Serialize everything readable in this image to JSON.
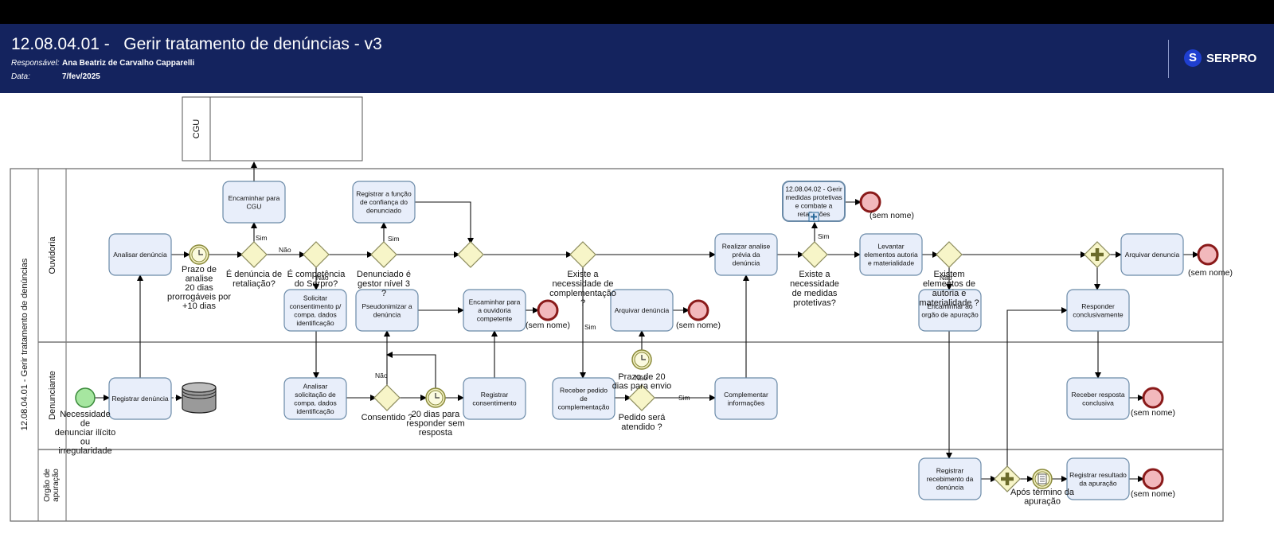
{
  "header": {
    "title": "12.08.04.01 -   Gerir tratamento de denúncias - v3",
    "responsavel_label": "Responsável:",
    "responsavel": "Ana Beatriz de Carvalho Capparelli",
    "data_label": "Data:",
    "data": "7/fev/2025",
    "logo_text": "SERPRO"
  },
  "colors": {
    "header_bg": "#14235e",
    "task_fill": "#e8eefa",
    "task_stroke": "#6a8aa8",
    "gateway_fill": "#f7f5c8",
    "start_fill": "#a6e6a0",
    "end_fill": "#f2b8bc",
    "end_stroke": "#8a1a1a"
  },
  "pool": {
    "name": "12.08.04.01 - Gerir tratamento de denúncias",
    "lanes": [
      "Ouvidoria",
      "Denunciante",
      "Orgão de apuração"
    ]
  },
  "external_pool": {
    "name": "CGU"
  },
  "tasks": [
    {
      "id": "t1",
      "lines": [
        "Analisar denúncia"
      ]
    },
    {
      "id": "t2",
      "lines": [
        "Encaminhar para",
        "CGU"
      ]
    },
    {
      "id": "t3",
      "lines": [
        "Registrar a função",
        "de confiança do",
        "denunciado"
      ]
    },
    {
      "id": "t4",
      "lines": [
        "Solicitar",
        "consentimento p/",
        "compa. dados",
        "identificação"
      ]
    },
    {
      "id": "t5",
      "lines": [
        "Pseudonimizar a",
        "denúncia"
      ]
    },
    {
      "id": "t6",
      "lines": [
        "Encaminhar para",
        "a ouvidoria",
        "competente"
      ]
    },
    {
      "id": "t7",
      "lines": [
        "Arquivar denúncia"
      ]
    },
    {
      "id": "t8",
      "lines": [
        "Realizar analise",
        "prévia da",
        "denúncia"
      ]
    },
    {
      "id": "t9",
      "lines": [
        "12.08.04.02 - Gerir",
        "medidas protetivas",
        "e combate a",
        "retaliações"
      ]
    },
    {
      "id": "t10",
      "lines": [
        "Levantar",
        "elementos autoria",
        "e materialidade"
      ]
    },
    {
      "id": "t11",
      "lines": [
        "Encaminhar ao",
        "orgão de apuração"
      ]
    },
    {
      "id": "t12",
      "lines": [
        "Arquivar denuncia"
      ]
    },
    {
      "id": "t13",
      "lines": [
        "Responder",
        "conclusivamente"
      ]
    },
    {
      "id": "t14",
      "lines": [
        "Registrar denúncia"
      ]
    },
    {
      "id": "t15",
      "lines": [
        "Analisar",
        "solicitação de",
        "compa. dados",
        "identificação"
      ]
    },
    {
      "id": "t16",
      "lines": [
        "Registrar",
        "consentimento"
      ]
    },
    {
      "id": "t17",
      "lines": [
        "Receber pedido",
        "de",
        "complementação"
      ]
    },
    {
      "id": "t18",
      "lines": [
        "Complementar",
        "informações"
      ]
    },
    {
      "id": "t19",
      "lines": [
        "Receber resposta",
        "conclusiva"
      ]
    },
    {
      "id": "t20",
      "lines": [
        "Registrar",
        "recebimento da",
        "denúncia"
      ]
    },
    {
      "id": "t21",
      "lines": [
        "Registrar resultado",
        "da apuração"
      ]
    }
  ],
  "gateways": [
    {
      "id": "g1",
      "lines": [
        "É denúncia de",
        "retaliação?"
      ]
    },
    {
      "id": "g2",
      "lines": [
        "É competência",
        "do Serpro?"
      ]
    },
    {
      "id": "g3",
      "lines": [
        "Denunciado é",
        "gestor nível 3",
        "?"
      ]
    },
    {
      "id": "g4",
      "lines": []
    },
    {
      "id": "g5",
      "lines": [
        "Existe a",
        "necessidade de",
        "complementação",
        "?"
      ]
    },
    {
      "id": "g6",
      "lines": [
        "Existe a",
        "necessidade",
        "de medidas",
        "protetivas?"
      ]
    },
    {
      "id": "g7",
      "lines": [
        "Existem",
        "elementos de",
        "autoria e",
        "materialidade ?"
      ]
    },
    {
      "id": "g8",
      "lines": []
    },
    {
      "id": "g9",
      "lines": [
        "Consentido ?"
      ]
    },
    {
      "id": "g10",
      "lines": [
        "Pedido será",
        "atendido ?"
      ]
    },
    {
      "id": "g11",
      "lines": []
    }
  ],
  "events": [
    {
      "id": "s1",
      "type": "start",
      "lines": [
        "Necessidade",
        "de",
        "denunciar ilícito",
        "ou",
        "irregularidade"
      ]
    },
    {
      "id": "tm1",
      "type": "timer",
      "lines": [
        "Prazo de",
        "analise",
        "20 dias",
        "prorrogáveis por",
        "+10 dias"
      ]
    },
    {
      "id": "tm2",
      "type": "timer",
      "lines": [
        "20 dias para",
        "responder sem",
        "resposta"
      ]
    },
    {
      "id": "tm3",
      "type": "timer",
      "lines": [
        "Prazo de 20",
        "dias para envio"
      ]
    },
    {
      "id": "c1",
      "type": "conditional",
      "lines": [
        "Após término da",
        "apuração"
      ]
    },
    {
      "id": "e1",
      "type": "end",
      "lines": [
        "(sem nome)"
      ]
    },
    {
      "id": "e2",
      "type": "end",
      "lines": [
        "(sem nome)"
      ]
    },
    {
      "id": "e3",
      "type": "end",
      "lines": [
        "(sem nome)"
      ]
    },
    {
      "id": "e4",
      "type": "end",
      "lines": [
        "(sem nome)"
      ]
    },
    {
      "id": "e5",
      "type": "end",
      "lines": [
        "(sem nome)"
      ]
    },
    {
      "id": "e6",
      "type": "end",
      "lines": [
        "(sem nome)"
      ]
    }
  ],
  "flow_labels": {
    "sim": "Sim",
    "nao": "Não"
  }
}
